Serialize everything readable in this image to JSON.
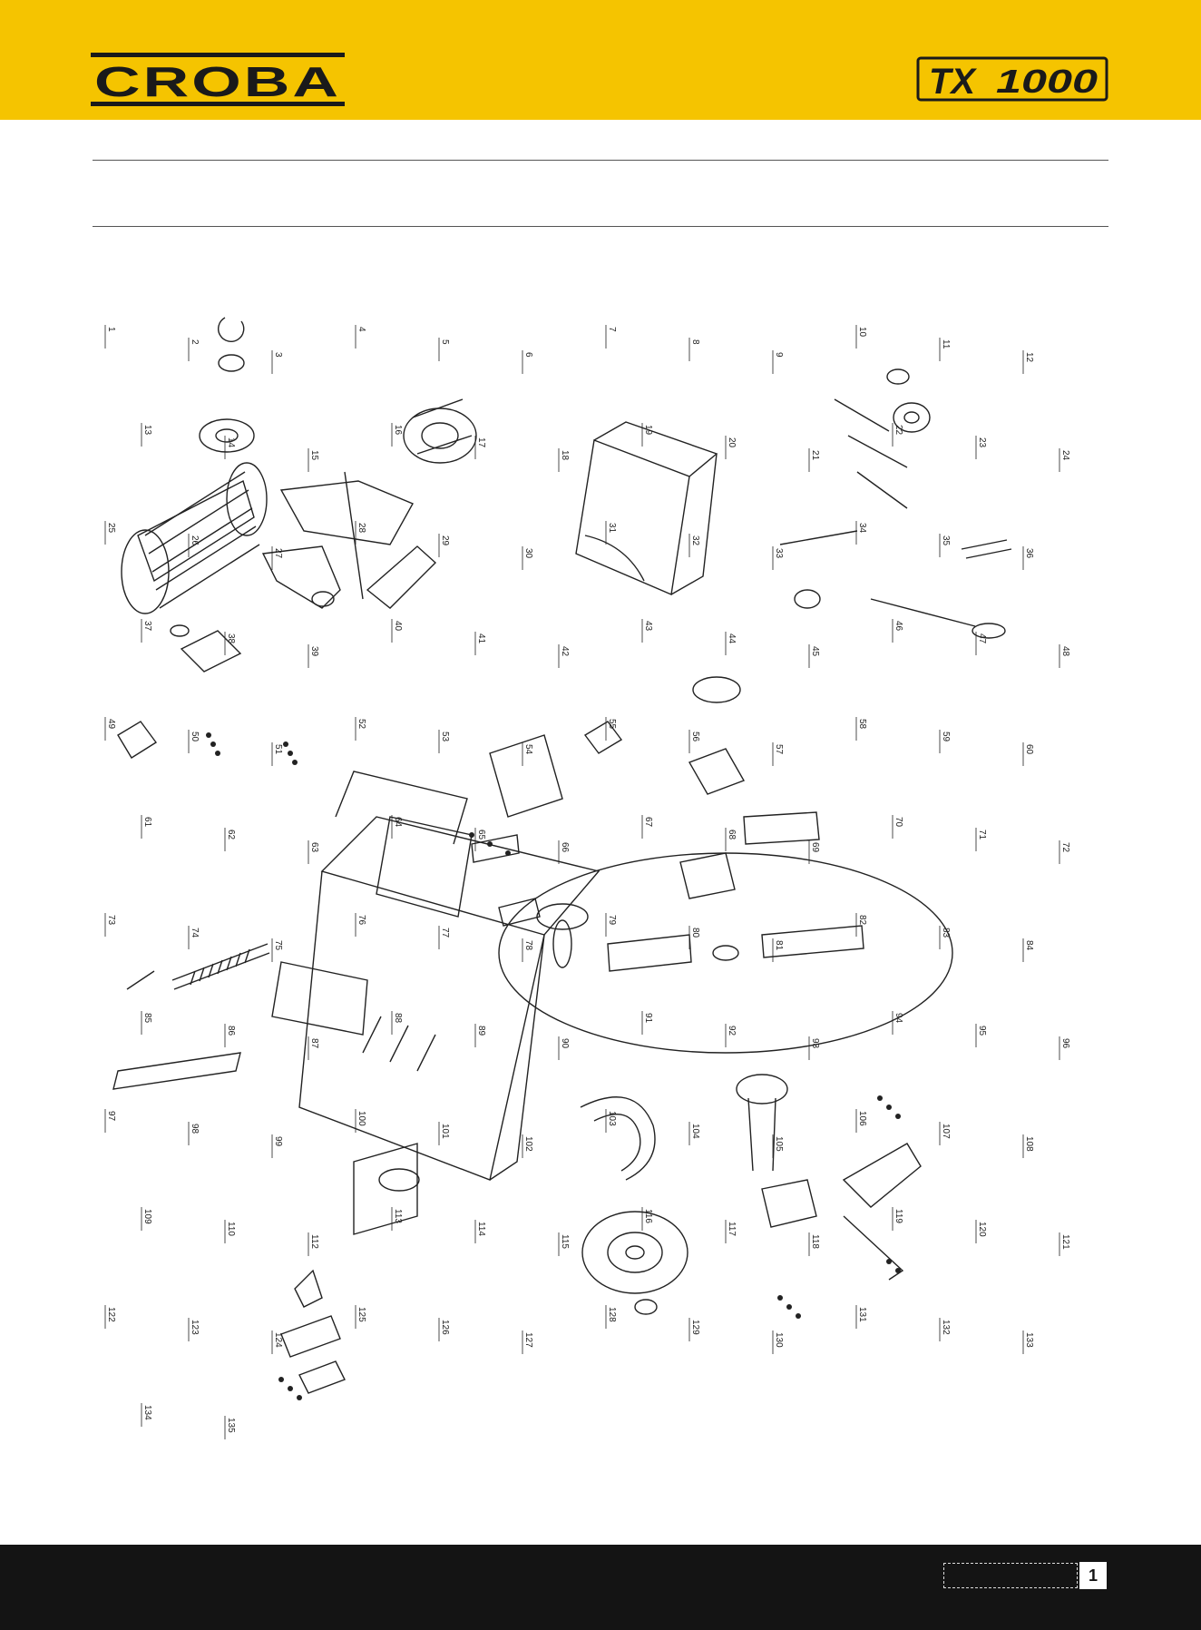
{
  "header": {
    "brand": "CROBA",
    "model_prefix": "TX",
    "model_number": "1000",
    "background_color": "#f5c400"
  },
  "section": {
    "title": ""
  },
  "drawing": {
    "type": "exploded-parts-diagram",
    "part_labels": [
      {
        "n": "1"
      },
      {
        "n": "2"
      },
      {
        "n": "3"
      },
      {
        "n": "4"
      },
      {
        "n": "5"
      },
      {
        "n": "6"
      },
      {
        "n": "7"
      },
      {
        "n": "8"
      },
      {
        "n": "9"
      },
      {
        "n": "10"
      },
      {
        "n": "11"
      },
      {
        "n": "12"
      },
      {
        "n": "13"
      },
      {
        "n": "14"
      },
      {
        "n": "15"
      },
      {
        "n": "16"
      },
      {
        "n": "17"
      },
      {
        "n": "18"
      },
      {
        "n": "19"
      },
      {
        "n": "20"
      },
      {
        "n": "21"
      },
      {
        "n": "22"
      },
      {
        "n": "23"
      },
      {
        "n": "24"
      },
      {
        "n": "25"
      },
      {
        "n": "26"
      },
      {
        "n": "27"
      },
      {
        "n": "28"
      },
      {
        "n": "29"
      },
      {
        "n": "30"
      },
      {
        "n": "31"
      },
      {
        "n": "32"
      },
      {
        "n": "33"
      },
      {
        "n": "34"
      },
      {
        "n": "35"
      },
      {
        "n": "36"
      },
      {
        "n": "37"
      },
      {
        "n": "38"
      },
      {
        "n": "39"
      },
      {
        "n": "40"
      },
      {
        "n": "41"
      },
      {
        "n": "42"
      },
      {
        "n": "43"
      },
      {
        "n": "44"
      },
      {
        "n": "45"
      },
      {
        "n": "46"
      },
      {
        "n": "47"
      },
      {
        "n": "48"
      },
      {
        "n": "49"
      },
      {
        "n": "50"
      },
      {
        "n": "51"
      },
      {
        "n": "52"
      },
      {
        "n": "53"
      },
      {
        "n": "54"
      },
      {
        "n": "55"
      },
      {
        "n": "56"
      },
      {
        "n": "57"
      },
      {
        "n": "58"
      },
      {
        "n": "59"
      },
      {
        "n": "60"
      },
      {
        "n": "61"
      },
      {
        "n": "62"
      },
      {
        "n": "63"
      },
      {
        "n": "64"
      },
      {
        "n": "65"
      },
      {
        "n": "66"
      },
      {
        "n": "67"
      },
      {
        "n": "68"
      },
      {
        "n": "69"
      },
      {
        "n": "70"
      },
      {
        "n": "71"
      },
      {
        "n": "72"
      },
      {
        "n": "73"
      },
      {
        "n": "74"
      },
      {
        "n": "75"
      },
      {
        "n": "76"
      },
      {
        "n": "77"
      },
      {
        "n": "78"
      },
      {
        "n": "79"
      },
      {
        "n": "80"
      },
      {
        "n": "81"
      },
      {
        "n": "82"
      },
      {
        "n": "83"
      },
      {
        "n": "84"
      },
      {
        "n": "85"
      },
      {
        "n": "86"
      },
      {
        "n": "87"
      },
      {
        "n": "88"
      },
      {
        "n": "89"
      },
      {
        "n": "90"
      },
      {
        "n": "91"
      },
      {
        "n": "92"
      },
      {
        "n": "93"
      },
      {
        "n": "94"
      },
      {
        "n": "95"
      },
      {
        "n": "96"
      },
      {
        "n": "97"
      },
      {
        "n": "98"
      },
      {
        "n": "99"
      },
      {
        "n": "100"
      },
      {
        "n": "101"
      },
      {
        "n": "102"
      },
      {
        "n": "103"
      },
      {
        "n": "104"
      },
      {
        "n": "105"
      },
      {
        "n": "106"
      },
      {
        "n": "107"
      },
      {
        "n": "108"
      },
      {
        "n": "109"
      },
      {
        "n": "110"
      },
      {
        "n": "112"
      },
      {
        "n": "113"
      },
      {
        "n": "114"
      },
      {
        "n": "115"
      },
      {
        "n": "116"
      },
      {
        "n": "117"
      },
      {
        "n": "118"
      },
      {
        "n": "119"
      },
      {
        "n": "120"
      },
      {
        "n": "121"
      },
      {
        "n": "122"
      },
      {
        "n": "123"
      },
      {
        "n": "124"
      },
      {
        "n": "125"
      },
      {
        "n": "126"
      },
      {
        "n": "127"
      },
      {
        "n": "128"
      },
      {
        "n": "129"
      },
      {
        "n": "130"
      },
      {
        "n": "131"
      },
      {
        "n": "132"
      },
      {
        "n": "133"
      },
      {
        "n": "134"
      },
      {
        "n": "135"
      }
    ]
  },
  "footer": {
    "page_number": "1"
  }
}
